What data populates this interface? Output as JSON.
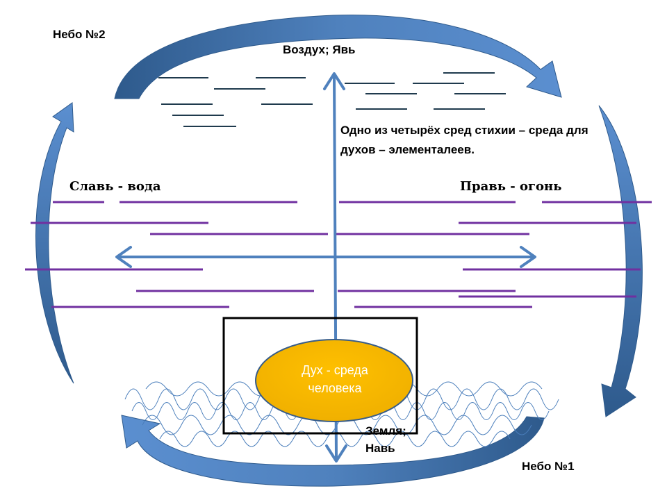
{
  "labels": {
    "heaven_2": "Небо №2",
    "heaven_1": "Небо №1",
    "air": "Воздух; Явь",
    "description": "Одно из четырёх сред стихии – среда для духов – элементалеев.",
    "slav": "Славь - вода",
    "prav": "Правь - огонь",
    "earth": "Земля; Навь",
    "spirit": "Дух - среда человека"
  },
  "colors": {
    "arrow_blue": "#4f81bd",
    "arc_dark": "#2e5a8c",
    "dash_dark": "#1f3a4d",
    "water_purple": "#7030a0",
    "oval_fill": "#ffc000",
    "oval_stroke": "#385d8a",
    "wave": "#4a7ebb"
  }
}
